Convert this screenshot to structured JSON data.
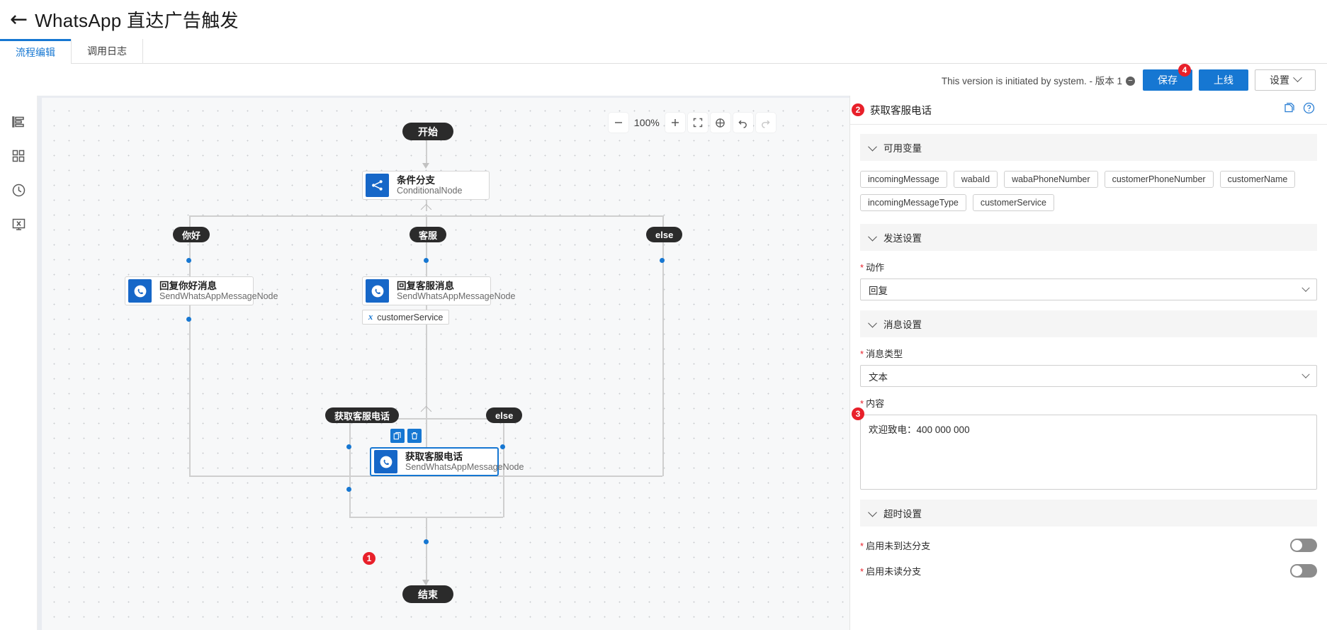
{
  "header": {
    "back_icon": "back-arrow-icon",
    "title": "WhatsApp 直达广告触发"
  },
  "tabs": [
    {
      "label": "流程编辑",
      "active": true
    },
    {
      "label": "调用日志",
      "active": false
    }
  ],
  "toolbar": {
    "version_text": "This version is initiated by system. - 版本 1",
    "version_icon": "minus-circle-icon",
    "save_label": "保存",
    "publish_label": "上线",
    "settings_label": "设置",
    "settings_chevron": "chevron-down-icon",
    "badge": "4"
  },
  "left_rail": [
    {
      "name": "outline-icon"
    },
    {
      "name": "components-grid-icon"
    },
    {
      "name": "history-clock-icon"
    },
    {
      "name": "variables-icon"
    }
  ],
  "canvas": {
    "zoom": {
      "minus_icon": "minus-icon",
      "level": "100%",
      "plus_icon": "plus-icon",
      "fit_icon": "fit-screen-icon",
      "center_icon": "recenter-icon",
      "undo_icon": "undo-icon",
      "redo_icon": "redo-icon"
    },
    "nodes": {
      "start": {
        "label": "开始"
      },
      "conditional": {
        "title": "条件分支",
        "subtitle": "ConditionalNode",
        "icon": "branch-icon"
      },
      "hello_reply": {
        "title": "回复你好消息",
        "subtitle": "SendWhatsAppMessageNode",
        "icon": "whatsapp-icon"
      },
      "service_reply": {
        "title": "回复客服消息",
        "subtitle": "SendWhatsAppMessageNode",
        "icon": "whatsapp-icon"
      },
      "get_phone": {
        "title": "获取客服电话",
        "subtitle": "SendWhatsAppMessageNode",
        "icon": "whatsapp-icon",
        "selected": true,
        "badge": "1"
      },
      "end": {
        "label": "结束"
      }
    },
    "branch_labels": {
      "hello": "你好",
      "service": "客服",
      "else_top": "else",
      "get_phone": "获取客服电话",
      "else_inner": "else"
    },
    "variable_chip": {
      "symbol": "x",
      "label": "customerService"
    },
    "node_actions": {
      "copy_icon": "copy-icon",
      "delete_icon": "trash-icon"
    }
  },
  "panel": {
    "title": "获取客服电话",
    "badge": "2",
    "doc_icon": "document-icon",
    "help_icon": "help-circle-icon",
    "sections": {
      "variables": {
        "title": "可用变量",
        "tags": [
          "incomingMessage",
          "wabaId",
          "wabaPhoneNumber",
          "customerPhoneNumber",
          "customerName",
          "incomingMessageType",
          "customerService"
        ]
      },
      "send_settings": {
        "title": "发送设置",
        "action_label": "动作",
        "action_value": "回复"
      },
      "message_settings": {
        "title": "消息设置",
        "type_label": "消息类型",
        "type_value": "文本",
        "content_label": "内容",
        "content_value": "欢迎致电：400 000 000",
        "content_badge": "3"
      },
      "timeout_settings": {
        "title": "超时设置",
        "undelivered_label": "启用未到达分支",
        "undelivered_on": false,
        "unread_label": "启用未读分支",
        "unread_on": false
      }
    }
  },
  "colors": {
    "accent": "#1677d2",
    "node_icon": "#1667c8",
    "badge_red": "#e8202a",
    "pill_dark": "#2b2b2b"
  }
}
